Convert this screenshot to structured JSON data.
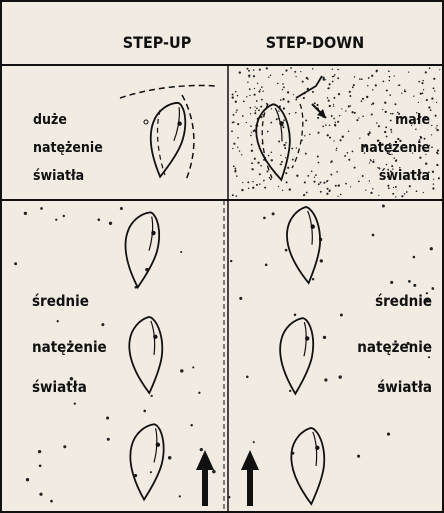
{
  "headers": {
    "left": "STEP-UP",
    "right": "STEP-DOWN"
  },
  "top_left_label": [
    "duże",
    "natężenie",
    "światła"
  ],
  "top_right_label": [
    "małe",
    "natężenie",
    "światła"
  ],
  "bottom_left_label": [
    "średnie",
    "natężenie",
    "światła"
  ],
  "bottom_right_label": [
    "średnie",
    "natężenie",
    "światła"
  ],
  "colors": {
    "background": "#f1ebe2",
    "ink": "#111111"
  },
  "icons": [
    "cell-icon",
    "up-arrow-icon",
    "light-stimulus-icon"
  ]
}
